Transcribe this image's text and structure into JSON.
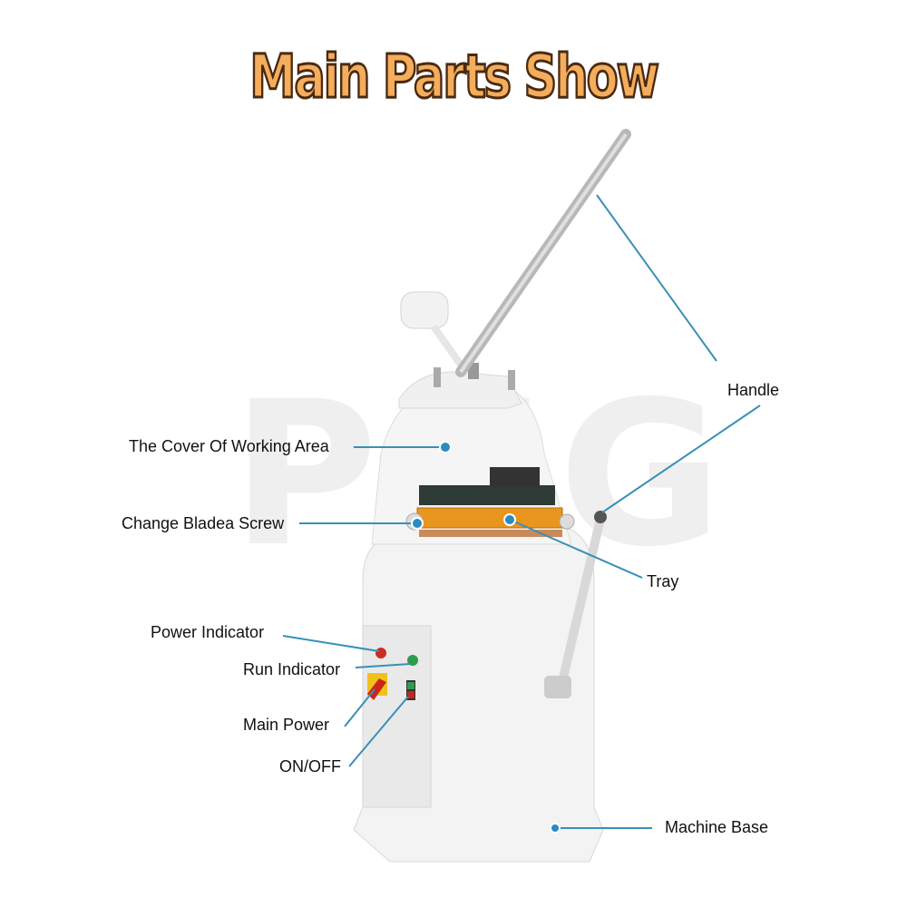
{
  "title": "Main Parts Show",
  "watermark": "PZG",
  "colors": {
    "title_fill": "#f4ad5c",
    "title_stroke": "#4a2a10",
    "leader_line": "#3a8fb8",
    "tray": "#e8961e"
  },
  "labels": {
    "handle": "Handle",
    "cover": "The Cover Of Working Area",
    "blade_screw": "Change Bladea Screw",
    "tray": "Tray",
    "power_indicator": "Power Indicator",
    "run_indicator": "Run Indicator",
    "main_power": "Main Power",
    "on_off": "ON/OFF",
    "machine_base": "Machine Base"
  }
}
